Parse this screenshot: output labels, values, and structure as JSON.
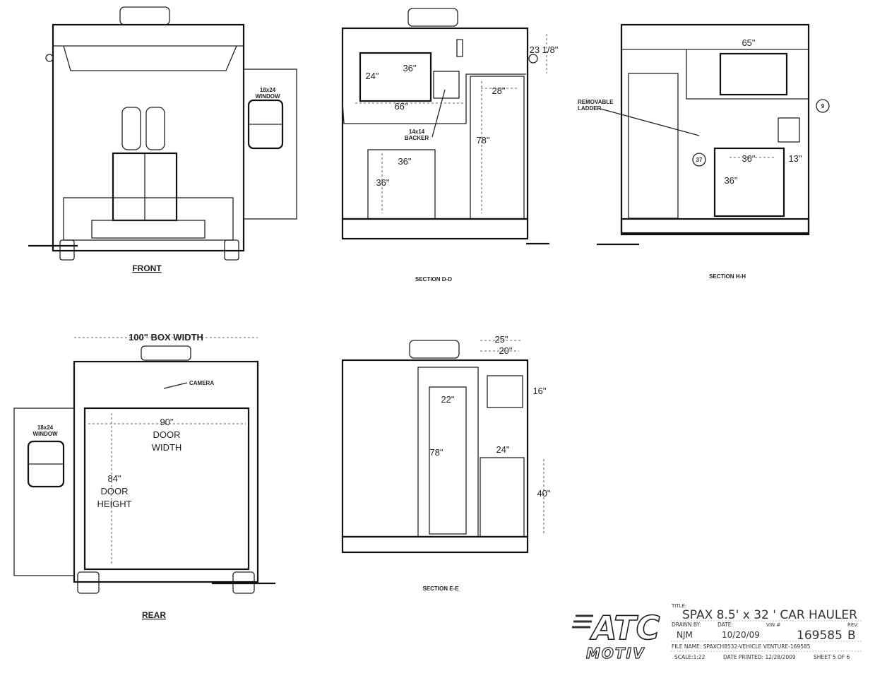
{
  "views": {
    "front": {
      "label": "FRONT",
      "window_note": [
        "18x24",
        "WINDOW"
      ]
    },
    "section_dd": {
      "label": "SECTION D-D",
      "dims": {
        "window_w": "36\"",
        "window_h": "24\"",
        "width_66": "66\"",
        "roof_gap": "23 1/8\"",
        "cab_w": "28\"",
        "cab_h": "78\"",
        "lower_w": "36\"",
        "lower_h": "36\""
      },
      "backer_note": [
        "14x14",
        "BACKER"
      ]
    },
    "section_hh": {
      "label": "SECTION H-H",
      "dims": {
        "window_w": "65\"",
        "lower_w": "36\"",
        "lower_h": "36\"",
        "side": "13\""
      },
      "ladder_note": [
        "REMOVABLE",
        "LADDER"
      ],
      "callouts": [
        "9",
        "37"
      ]
    },
    "rear": {
      "label": "REAR",
      "box_width": "100\" BOX WIDTH",
      "camera_note": "CAMERA",
      "door_width": [
        "90\"",
        "DOOR",
        "WIDTH"
      ],
      "door_height": [
        "84\"",
        "DOOR",
        "HEIGHT"
      ],
      "window_note": [
        "18x24",
        "WINDOW"
      ]
    },
    "section_ee": {
      "label": "SECTION E-E",
      "dims": {
        "top_25": "25\"",
        "top_20": "20\"",
        "side_16": "16\"",
        "door_22": "22\"",
        "door_78": "78\"",
        "cab_24": "24\"",
        "cab_40": "40\""
      }
    }
  },
  "title_block": {
    "logo_text": [
      "ATC",
      "MOTIV"
    ],
    "title_label": "TITLE:",
    "title": "SPAX 8.5' x 32 ' CAR HAULER",
    "drawn_by_label": "DRAWN BY:",
    "drawn_by": "NJM",
    "date_label": "DATE:",
    "date": "10/20/09",
    "vin_label": "VIN #",
    "vin": "169585",
    "rev_label": "REV.",
    "rev": "B",
    "file_name": "FILE NAME: SPAXCH8532-VEHICLE VENTURE-169585",
    "scale": "SCALE:1:22",
    "date_printed": "DATE PRINTED: 12/28/2009",
    "sheet": "SHEET 5 OF 6"
  }
}
